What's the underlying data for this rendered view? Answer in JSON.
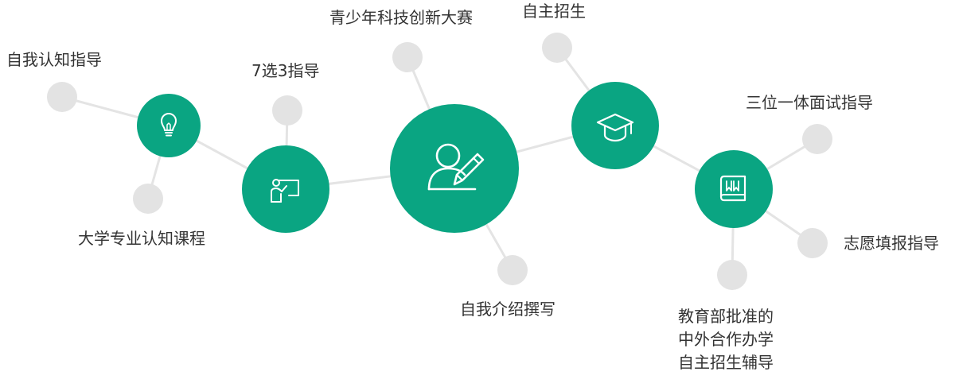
{
  "hubs": [
    {
      "id": "hub-insight",
      "icon": "lightbulb-icon"
    },
    {
      "id": "hub-guidance",
      "icon": "teacher-board-icon"
    },
    {
      "id": "hub-writing",
      "icon": "user-pencil-icon"
    },
    {
      "id": "hub-admission",
      "icon": "graduation-cap-icon"
    },
    {
      "id": "hub-study",
      "icon": "book-icon"
    }
  ],
  "labels": {
    "self_awareness": "自我认知指导",
    "university_courses": "大学专业认知课程",
    "subject_choice": "7选3指导",
    "innovation_contest": "青少年科技创新大赛",
    "self_introduction": "自我介绍撰写",
    "independent_admission": "自主招生",
    "interview": "三位一体面试指导",
    "application": "志愿填报指导",
    "joint_program": "教育部批准的\n中外合作办学\n自主招生辅导"
  },
  "colors": {
    "hub": "#0aa582",
    "satellite": "#e3e3e3",
    "connector": "#e4e4e4",
    "text": "#333333"
  }
}
